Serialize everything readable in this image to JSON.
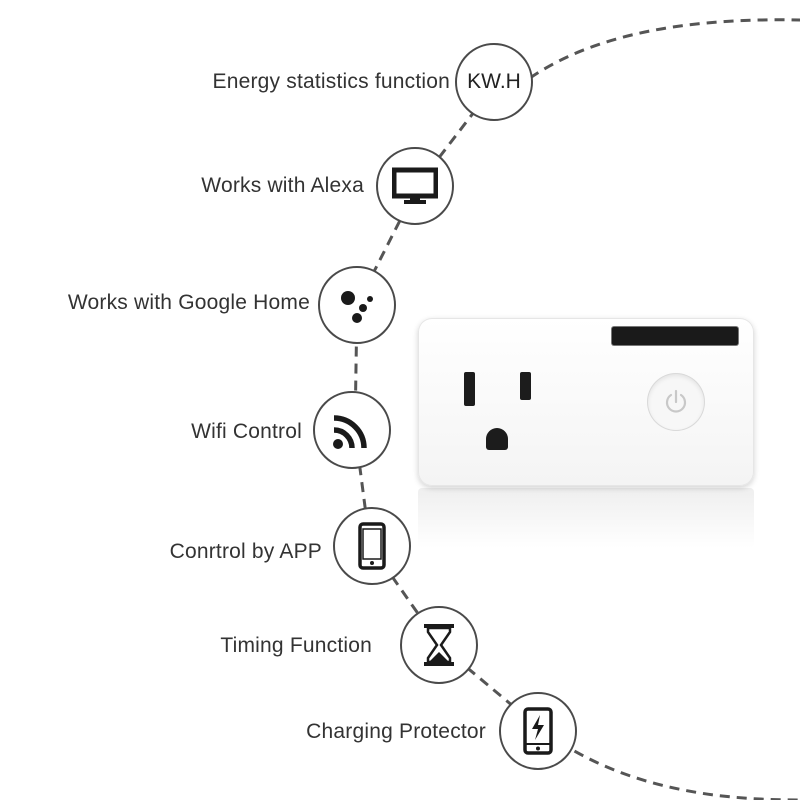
{
  "features": [
    {
      "label": "Energy statistics function",
      "icon": "kwh-icon",
      "icon_text": "KW.H"
    },
    {
      "label": "Works with Alexa",
      "icon": "tv-icon"
    },
    {
      "label": "Works with Google Home",
      "icon": "google-assistant-icon"
    },
    {
      "label": "Wifi Control",
      "icon": "wifi-icon"
    },
    {
      "label": "Conrtrol  by APP",
      "icon": "smartphone-icon"
    },
    {
      "label": "Timing Function",
      "icon": "hourglass-icon"
    },
    {
      "label": "Charging Protector",
      "icon": "charging-phone-icon"
    }
  ],
  "colors": {
    "circle_border": "#4a4a4a",
    "dash": "#555555",
    "text": "#333333",
    "icon": "#1a1a1a"
  }
}
